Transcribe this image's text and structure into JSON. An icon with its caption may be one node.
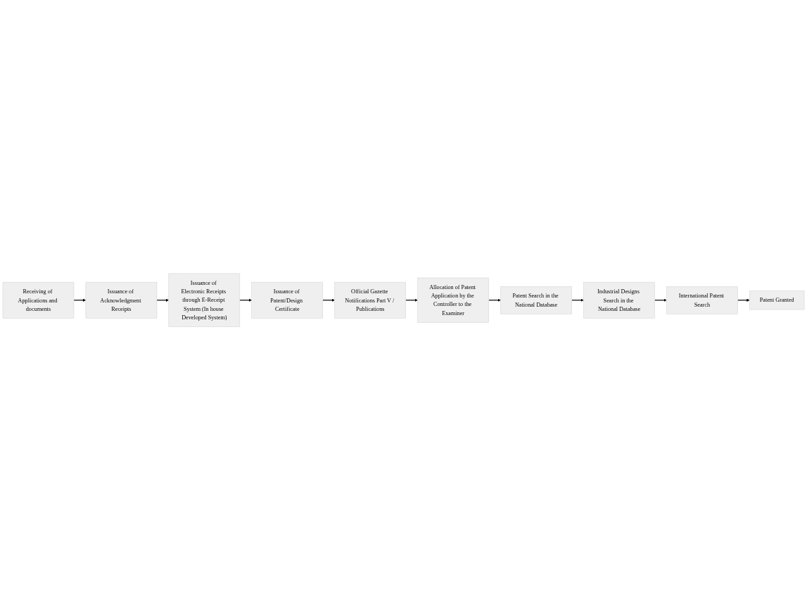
{
  "diagram": {
    "nodes": [
      {
        "text": [
          "Receiving of Applications and documents"
        ]
      },
      {
        "text": [
          "Issuance of Acknowledgment Receipts"
        ]
      },
      {
        "text": [
          "Issuance of Electronic Receipts through E-Receipt System (In house Developed System)"
        ]
      },
      {
        "text": [
          "Issuance of Patent/Design Certificate"
        ]
      },
      {
        "text": [
          "Official Gazette Notifications Part V / Publications"
        ]
      },
      {
        "text": [
          "Allocation of Patent Application by the Controller to the Examiner"
        ]
      },
      {
        "text": [
          "Patent Search in the National Database"
        ]
      },
      {
        "text": [
          "Industrial Designs Search in the National Database"
        ]
      },
      {
        "text": [
          "International Patent Search"
        ]
      },
      {
        "text": [
          "Patent Granted"
        ]
      }
    ],
    "edges": [
      {
        "from": 0,
        "to": 1,
        "arrow": "to"
      },
      {
        "from": 1,
        "to": 2,
        "arrow": "to"
      },
      {
        "from": 2,
        "to": 3,
        "arrow": "to"
      },
      {
        "from": 3,
        "to": 4,
        "arrow": "to"
      },
      {
        "from": 4,
        "to": 5,
        "arrow": "to"
      },
      {
        "from": 5,
        "to": 6,
        "arrow": "to"
      },
      {
        "from": 6,
        "to": 7,
        "arrow": "to"
      },
      {
        "from": 7,
        "to": 8,
        "arrow": "to"
      },
      {
        "from": 8,
        "to": 9,
        "arrow": "to"
      }
    ]
  }
}
